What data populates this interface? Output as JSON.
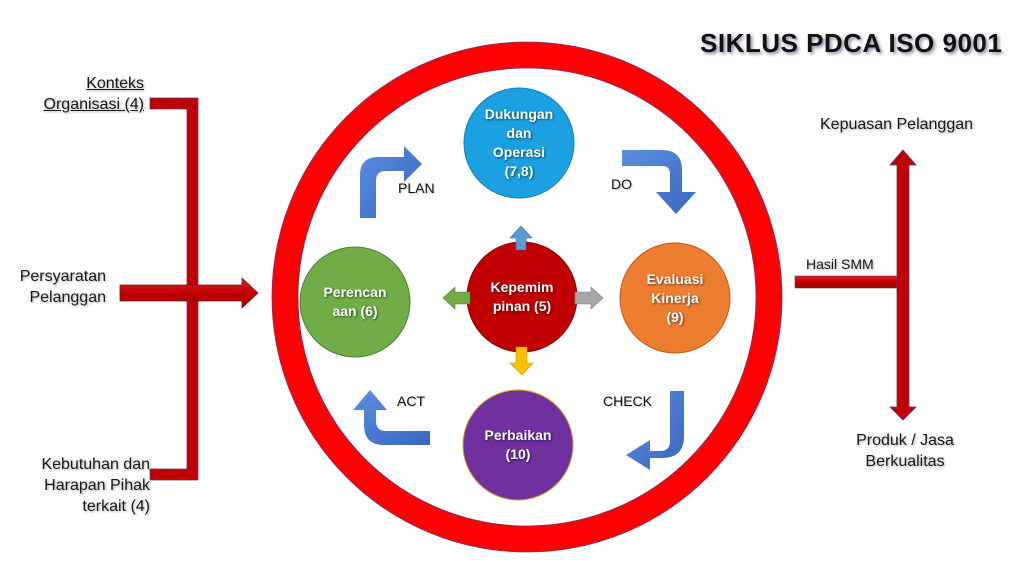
{
  "title": "SIKLUS PDCA ISO 9001",
  "inputs": {
    "context": [
      "Konteks",
      "Organisasi (4)"
    ],
    "customer_requirements": [
      "Persyaratan",
      "Pelanggan"
    ],
    "stakeholders": [
      "Kebutuhan dan",
      "Harapan Pihak",
      "terkait (4)"
    ]
  },
  "outputs": {
    "result_label": "Hasil SMM",
    "top": "Kepuasan Pelanggan",
    "bottom": [
      "Produk / Jasa",
      "Berkualitas"
    ]
  },
  "nodes": {
    "center": {
      "lines": [
        "Kepemim",
        "pinan (5)"
      ],
      "color": "#C00000"
    },
    "top": {
      "lines": [
        "Dukungan",
        "dan",
        "Operasi",
        "(7,8)"
      ],
      "color": "#1BA1E2"
    },
    "left": {
      "lines": [
        "Perencan",
        "aan (6)"
      ],
      "color": "#70AD47"
    },
    "right": {
      "lines": [
        "Evaluasi",
        "Kinerja",
        "(9)"
      ],
      "color": "#ED7D31"
    },
    "bottom": {
      "lines": [
        "Perbaikan",
        "(10)"
      ],
      "color": "#7030A0"
    }
  },
  "phases": {
    "plan": "PLAN",
    "do": "DO",
    "check": "CHECK",
    "act": "ACT"
  },
  "colors": {
    "ring": "#FF0000",
    "bracket": "#C00000",
    "cycle_arrow": "#4472C4",
    "arrow_up": "#5B9BD5",
    "arrow_left": "#70AD47",
    "arrow_right": "#A6A6A6",
    "arrow_down": "#FFC000"
  }
}
